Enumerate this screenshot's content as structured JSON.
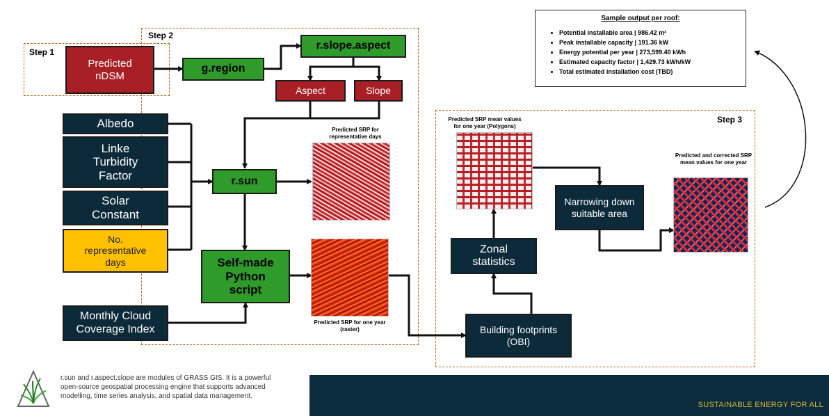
{
  "steps": {
    "step1": "Step 1",
    "step2": "Step 2",
    "step3": "Step 3"
  },
  "nodes": {
    "predicted_ndsm": "Predicted nDSM",
    "g_region": "g.region",
    "r_slope_aspect": "r.slope.aspect",
    "aspect": "Aspect",
    "slope": "Slope",
    "albedo": "Albedo",
    "linke": "Linke Turbidity Factor",
    "solar": "Solar Constant",
    "no_days": "No. representative days",
    "r_sun": "r.sun",
    "python": "Self-made Python script",
    "cloud": "Monthly Cloud Coverage Index",
    "zonal": "Zonal statistics",
    "building": "Building footprints (OBI)",
    "narrowing": "Narrowing down suitable area"
  },
  "captions": {
    "srp_rep": "Predicted SRP for representative days",
    "srp_year": "Predicted SRP for one year (raster)",
    "srp_poly": "Predicted SRP mean values for one year (Polygons)",
    "srp_corr": "Predicted and corrected SRP mean values for one year"
  },
  "sample": {
    "title": "Sample output per roof:",
    "items": [
      "Potential installable area | 986.42 m²",
      "Peak installable capacity | 191.36 kW",
      "Energy potential per year | 273,599.40 kWh",
      "Estimated capacity factor | 1,429.73 kWh/kW",
      "Total estimated installation cost (TBD)"
    ]
  },
  "footer": {
    "note": "r.sun and r.aspect.slope are modules of GRASS GIS. It is a powerful open-source geospatial processing engine that supports advanced modelling, time series analysis, and spatial data management.",
    "tagline": "SUSTAINABLE ENERGY FOR ALL"
  },
  "icons": {
    "logo": "grass-gis-logo-icon"
  }
}
